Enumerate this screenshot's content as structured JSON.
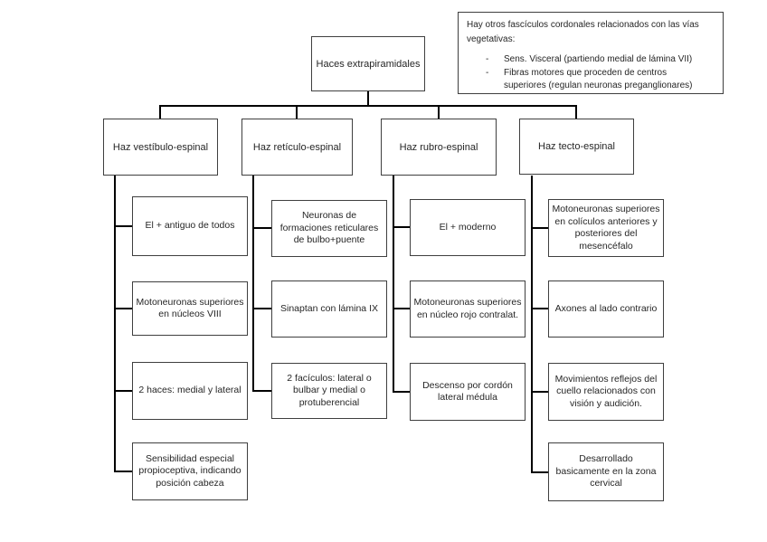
{
  "colors": {
    "background": "#ffffff",
    "box_border": "#3f3f3f",
    "connector": "#000000",
    "text": "#262626"
  },
  "root": {
    "label": "Haces extrapiramidales"
  },
  "note": {
    "title": "Hay otros fascículos cordonales relacionados con las vías vegetativas:",
    "bullet_char": "-",
    "items": [
      [
        "Sens. Visceral (partiendo medial de lámina VII)"
      ],
      [
        "Fibras motores que proceden de centros",
        "superiores (regulan neuronas preganglionares)"
      ]
    ]
  },
  "columns": [
    {
      "header": "Haz vestíbulo-espinal",
      "children": [
        "El + antiguo de todos",
        "Motoneuronas superiores en núcleos VIII",
        "2 haces: medial y lateral",
        "Sensibilidad especial propioceptiva, indicando posición cabeza"
      ]
    },
    {
      "header": "Haz retículo-espinal",
      "children": [
        "Neuronas de formaciones reticulares de bulbo+puente",
        "Sinaptan con lámina IX",
        "2 facículos: lateral o bulbar y medial o protuberencial"
      ]
    },
    {
      "header": "Haz rubro-espinal",
      "children": [
        "El + moderno",
        "Motoneuronas superiores en núcleo rojo contralat.",
        "Descenso por cordón lateral médula"
      ]
    },
    {
      "header": "Haz tecto-espinal",
      "children": [
        "Motoneuronas superiores en colículos anteriores y posteriores del mesencéfalo",
        "Axones al lado contrario",
        "Movimientos reflejos del cuello relacionados con visión y audición.",
        "Desarrollado basicamente en la zona cervical"
      ]
    }
  ]
}
